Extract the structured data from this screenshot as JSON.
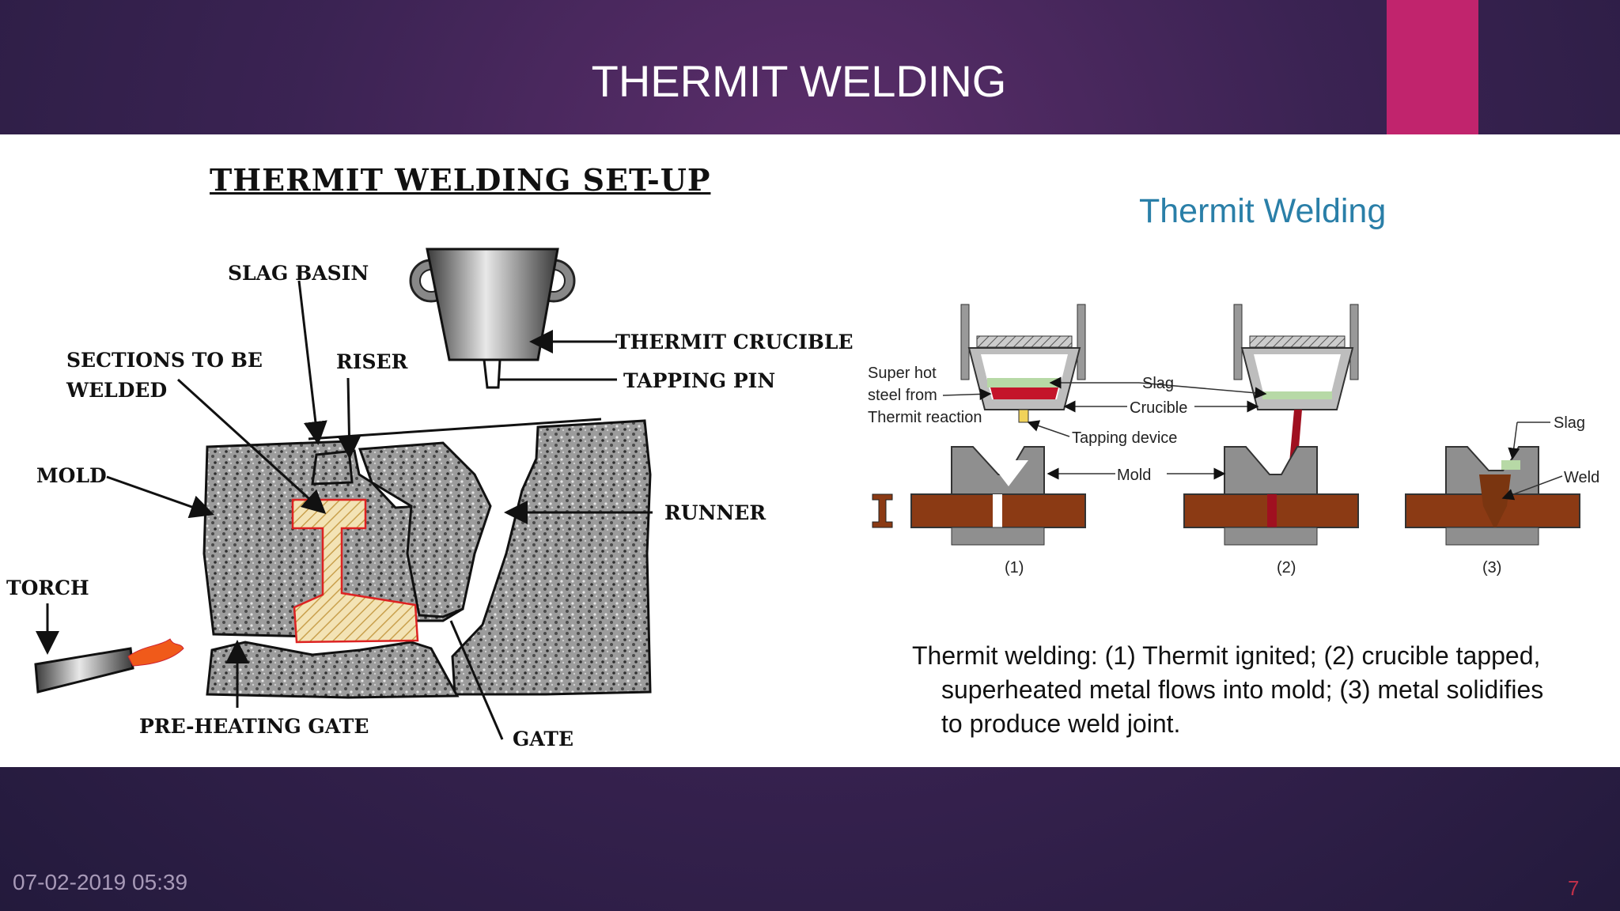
{
  "slide": {
    "title": "THERMIT WELDING",
    "date": "07-02-2019 05:39",
    "number": "7",
    "accent_color": "#c1246d"
  },
  "left_figure": {
    "title": "THERMIT WELDING SET-UP",
    "labels": {
      "slag_basin": "SLAG BASIN",
      "sections_1": "SECTIONS TO BE",
      "sections_2": "WELDED",
      "riser": "RISER",
      "crucible": "THERMIT CRUCIBLE",
      "tapping_pin": "TAPPING PIN",
      "mold": "MOLD",
      "runner": "RUNNER",
      "torch": "TORCH",
      "preheating_gate": "PRE-HEATING GATE",
      "gate": "GATE"
    }
  },
  "right_figure": {
    "title": "Thermit Welding",
    "labels": {
      "super_hot_1": "Super hot",
      "super_hot_2": "steel from",
      "super_hot_3": "Thermit reaction",
      "slag": "Slag",
      "crucible": "Crucible",
      "tapping_device": "Tapping device",
      "mold": "Mold",
      "slag_3": "Slag",
      "weld": "Weld",
      "step1": "(1)",
      "step2": "(2)",
      "step3": "(3)"
    },
    "caption": [
      "Thermit welding: (1) Thermit ignited; (2) crucible tapped,",
      "superheated metal flows into mold; (3) metal solidifies",
      "to produce weld joint."
    ]
  }
}
